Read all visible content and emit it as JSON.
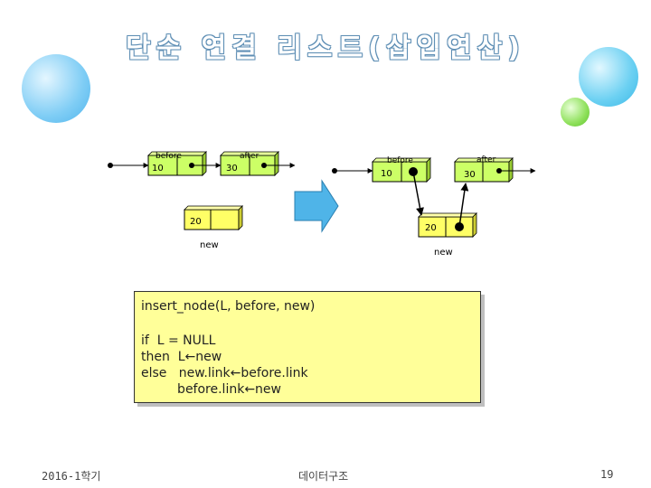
{
  "title": "단순 연결 리스트(삽입연산)",
  "diagram_left": {
    "before_label": "before",
    "after_label": "after",
    "node_before_value": "10",
    "node_after_value": "30",
    "new_node_value": "20",
    "new_label": "new"
  },
  "diagram_right": {
    "before_label": "before",
    "after_label": "after",
    "node_before_value": "10",
    "node_after_value": "30",
    "new_node_value": "20",
    "new_label": "new"
  },
  "code": {
    "signature": "insert_node(L, before, new)",
    "line1": "if  L = NULL",
    "line2": "then  L←new",
    "line3": "else   new.link←before.link",
    "line4": "         before.link←new"
  },
  "footer": {
    "semester": "2016-1학기",
    "course": "데이터구조",
    "page": "19"
  },
  "colors": {
    "node_fill": "#ccff66",
    "arrow_fill": "#4fb4e8",
    "code_bg": "#ffff99"
  }
}
